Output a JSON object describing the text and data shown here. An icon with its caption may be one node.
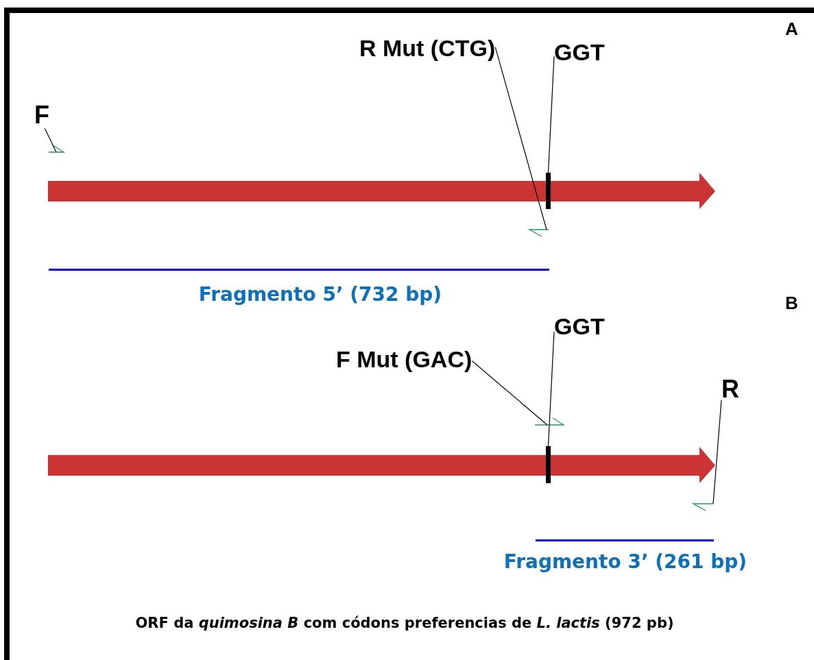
{
  "diagram": {
    "caption": "ORF da *quimosina B* com códons preferencias de *L. lactis* (972 pb)",
    "nodes": [
      {
        "text": [
          "F"
        ]
      },
      {
        "text": [],
        "shape": "triangle"
      },
      {
        "text": [
          "R Mut (CTG)"
        ]
      },
      {
        "text": [],
        "shape": "triangle"
      },
      {
        "text": [
          "GGT"
        ]
      },
      {
        "text": [],
        "shape": "bar"
      },
      {
        "text": [
          "F Mut (GAC)"
        ]
      },
      {
        "text": [],
        "shape": "triangle"
      },
      {
        "text": [
          "GGT"
        ]
      },
      {
        "text": [],
        "shape": "bar"
      },
      {
        "text": [
          "R"
        ]
      },
      {
        "text": [],
        "shape": "triangle"
      }
    ],
    "edges": [
      {
        "from": 0,
        "to": 1,
        "arrow": "none"
      },
      {
        "from": 2,
        "to": 3,
        "arrow": "none"
      },
      {
        "from": 4,
        "to": 5,
        "arrow": "none"
      },
      {
        "from": 6,
        "to": 7,
        "arrow": "none"
      },
      {
        "from": 8,
        "to": 9,
        "arrow": "none"
      },
      {
        "from": 10,
        "to": 11,
        "arrow": "none"
      }
    ],
    "labels": [
      "A",
      "Fragmento 5’ (732 bp)",
      "B",
      "Fragmento 3’ (261 bp)"
    ]
  }
}
